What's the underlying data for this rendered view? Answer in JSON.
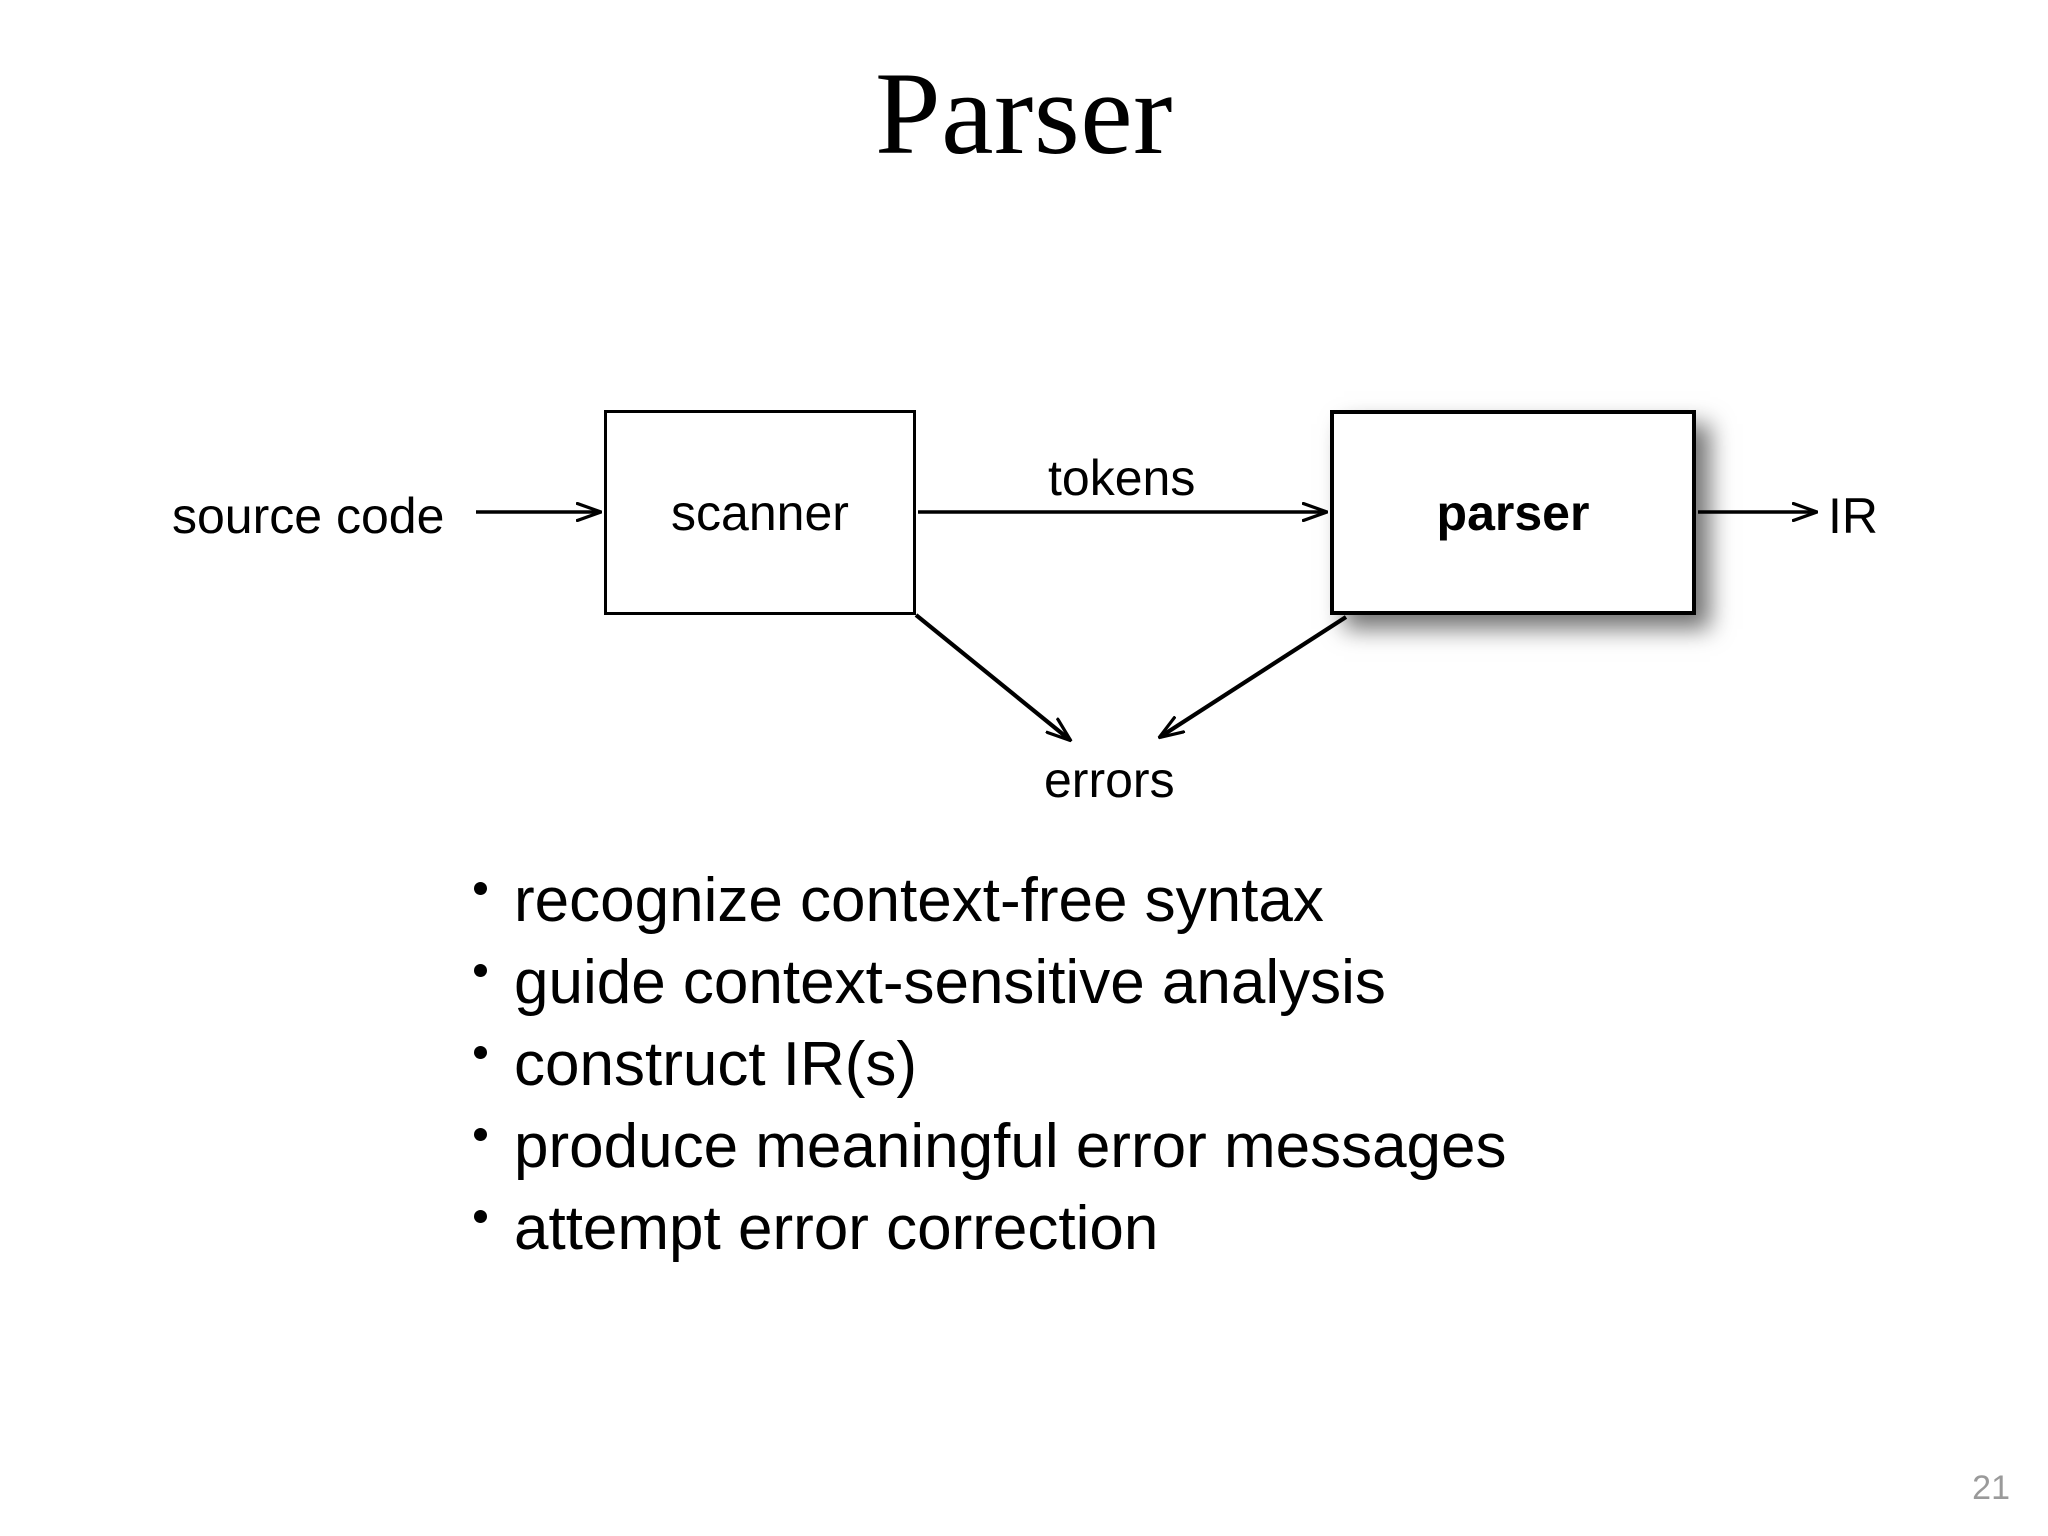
{
  "slide": {
    "title": "Parser",
    "page_number": "21",
    "background_color": "#ffffff",
    "text_color": "#000000",
    "page_number_color": "#9a9a9a"
  },
  "diagram": {
    "nodes": [
      {
        "id": "scanner",
        "label": "scanner",
        "bold": false,
        "shadow": false
      },
      {
        "id": "parser",
        "label": "parser",
        "bold": true,
        "shadow": true
      }
    ],
    "labels": [
      {
        "id": "source-code",
        "text": "source code"
      },
      {
        "id": "tokens",
        "text": "tokens"
      },
      {
        "id": "ir",
        "text": "IR"
      },
      {
        "id": "errors",
        "text": "errors"
      }
    ],
    "edges": [
      {
        "id": "source-to-scanner",
        "from": "source code",
        "to": "scanner",
        "label": ""
      },
      {
        "id": "scanner-to-parser",
        "from": "scanner",
        "to": "parser",
        "label": "tokens"
      },
      {
        "id": "parser-to-ir",
        "from": "parser",
        "to": "IR",
        "label": ""
      },
      {
        "id": "scanner-to-errors",
        "from": "scanner",
        "to": "errors",
        "label": ""
      },
      {
        "id": "parser-to-errors",
        "from": "parser",
        "to": "errors",
        "label": ""
      }
    ]
  },
  "bullets": [
    {
      "text": "recognize context-free syntax"
    },
    {
      "text": "guide context-sensitive analysis"
    },
    {
      "text": "construct IR(s)"
    },
    {
      "text": "produce meaningful error messages"
    },
    {
      "text": "attempt error correction"
    }
  ]
}
